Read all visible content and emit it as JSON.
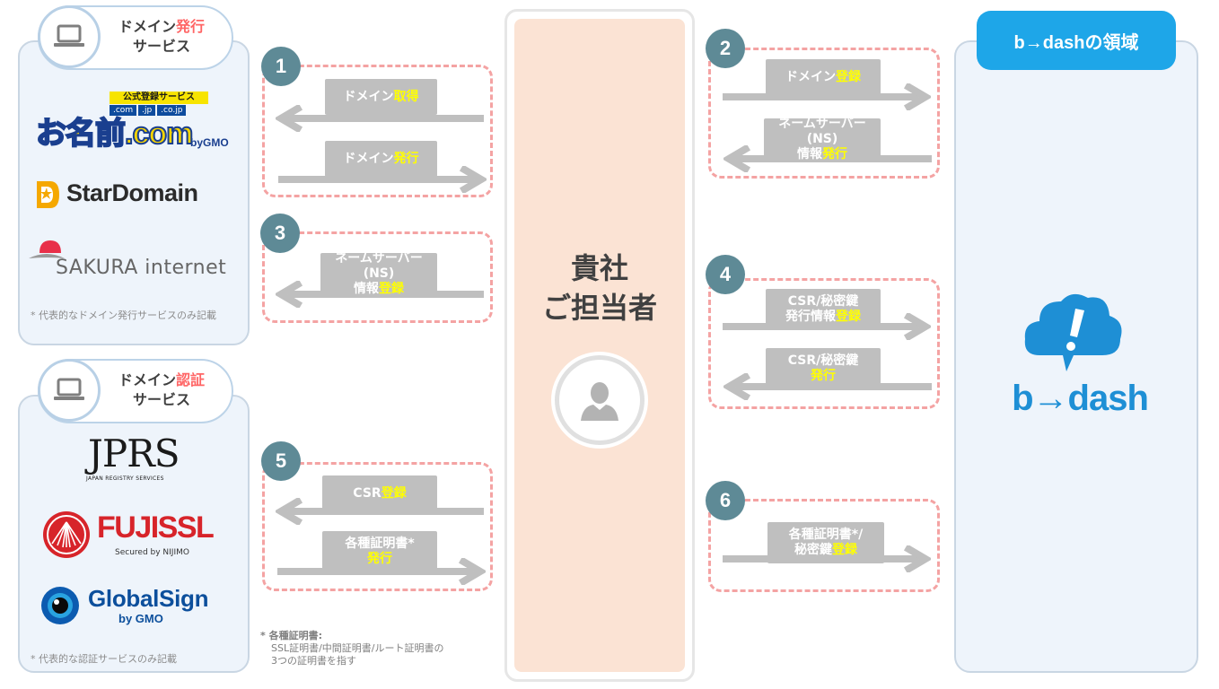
{
  "domain_panel": {
    "title_pre": "ドメイン",
    "title_accent": "発行",
    "title_line2": "サービス",
    "note": "* 代表的なドメイン発行サービスのみ記載",
    "logos": {
      "onamae_top": "公式登録サービス",
      "onamae_tlds": [
        ".com",
        ".jp",
        ".co.jp"
      ],
      "onamae_main": "お名前.com",
      "onamae_by": "byGMO",
      "stardomain": "StarDomain",
      "sakura": "SAKURA internet"
    }
  },
  "cert_panel": {
    "title_pre": "ドメイン",
    "title_accent": "認証",
    "title_line2": "サービス",
    "note": "* 代表的な認証サービスのみ記載",
    "logos": {
      "jprs": "JPRS",
      "jprs_sub": "JAPAN REGISTRY SERVICES",
      "fujissl": "FUJISSL",
      "fujissl_sub": "Secured by NIJIMO",
      "globalsign": "GlobalSign",
      "globalsign_by": "by GMO"
    }
  },
  "center": {
    "line1": "貴社",
    "line2": "ご担当者"
  },
  "right": {
    "tab": "b→dashの領域",
    "logo_text": "b→dash"
  },
  "steps": {
    "s1": {
      "num": "1",
      "top_pre": "ドメイン",
      "top_acc": "取得",
      "bot_pre": "ドメイン",
      "bot_acc": "発行"
    },
    "s2": {
      "num": "2",
      "top_pre": "ドメイン",
      "top_acc": "登録",
      "bot_l1": "ネームサーバー(NS)",
      "bot_pre": "情報",
      "bot_acc": "発行"
    },
    "s3": {
      "num": "3",
      "l1": "ネームサーバー(NS)",
      "pre": "情報",
      "acc": "登録"
    },
    "s4": {
      "num": "4",
      "top_l1": "CSR/秘密鍵",
      "top_pre": "発行情報",
      "top_acc": "登録",
      "bot_l1": "CSR/秘密鍵",
      "bot_acc": "発行"
    },
    "s5": {
      "num": "5",
      "top_pre": "CSR",
      "top_acc": "登録",
      "bot_l1": "各種証明書*",
      "bot_acc": "発行"
    },
    "s6": {
      "num": "6",
      "l1": "各種証明書*/",
      "pre": "秘密鍵",
      "acc": "登録"
    }
  },
  "footnote": {
    "title": "* 各種証明書:",
    "line1": "SSL証明書/中間証明書/ルート証明書の",
    "line2": "3つの証明書を指す"
  }
}
